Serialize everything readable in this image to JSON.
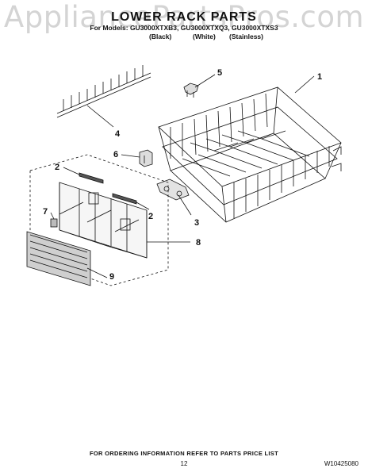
{
  "watermark": "AppliancePartsPros.com",
  "title": "LOWER RACK PARTS",
  "models_line": "For Models: GU3000XTXB3, GU3000XTXQ3, GU3000XTXS3",
  "finishes": [
    "(Black)",
    "(White)",
    "(Stainless)"
  ],
  "callouts": [
    "1",
    "2",
    "2",
    "3",
    "4",
    "5",
    "6",
    "7",
    "8",
    "9"
  ],
  "footer_note": "FOR ORDERING INFORMATION REFER TO PARTS PRICE LIST",
  "page_number": "12",
  "document_number": "W10425080"
}
